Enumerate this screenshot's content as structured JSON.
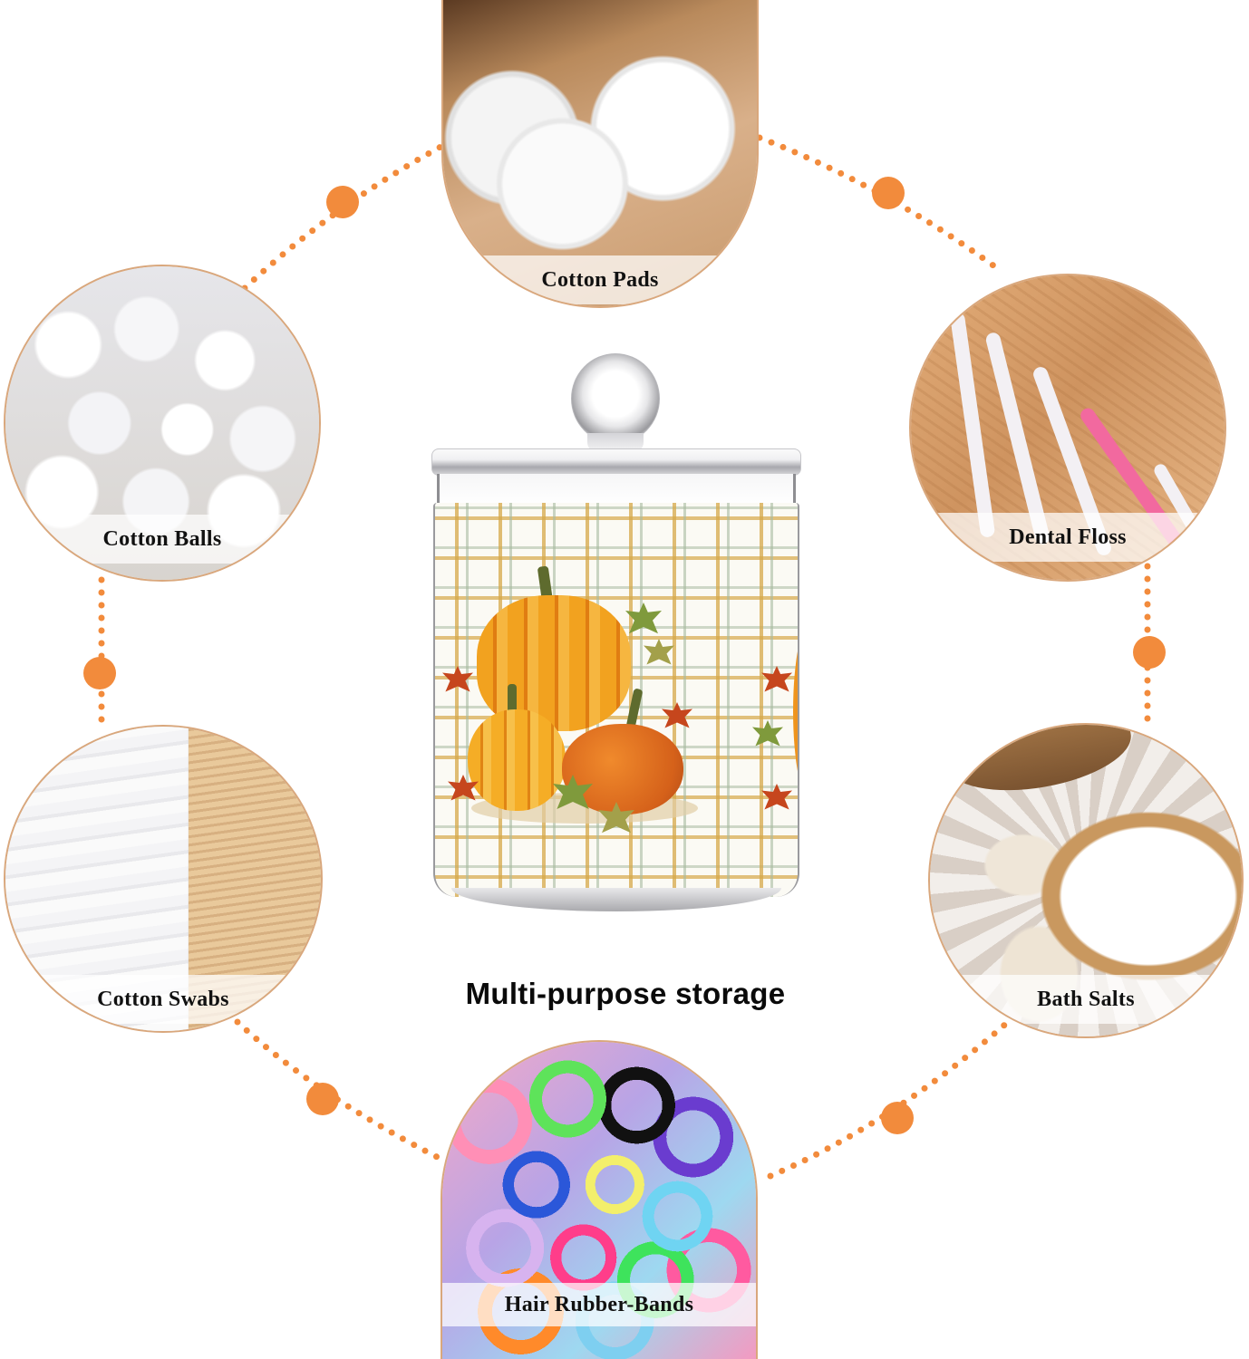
{
  "theme": {
    "accent_dot_color": "#f28b3c",
    "circle_border_color": "#d9a77c",
    "label_text_color": "#111111"
  },
  "center": {
    "product": "Clear acrylic storage jar with lid and round knob, autumn pumpkin plaid print",
    "caption": "Multi-purpose storage"
  },
  "features": [
    {
      "id": "cotton-pads",
      "label": "Cotton Pads"
    },
    {
      "id": "cotton-balls",
      "label": "Cotton Balls"
    },
    {
      "id": "dental-floss",
      "label": "Dental Floss"
    },
    {
      "id": "cotton-swabs",
      "label": "Cotton Swabs"
    },
    {
      "id": "bath-salts",
      "label": "Bath Salts"
    },
    {
      "id": "hair-rubber-bands",
      "label": "Hair Rubber-Bands"
    }
  ]
}
